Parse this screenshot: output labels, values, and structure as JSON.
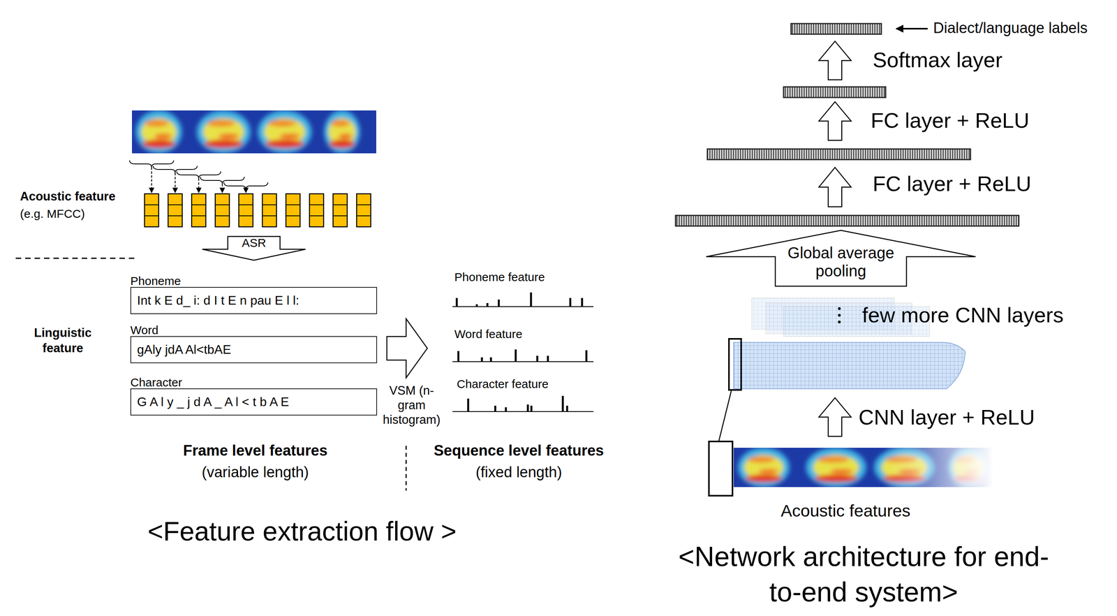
{
  "diagram": {
    "nodes": [
      {
        "text": [
          "ASR"
        ]
      },
      {
        "text": [
          "Phoneme",
          "Int k E d_ i: d I t E n pau E l l:"
        ]
      },
      {
        "text": [
          "Word",
          "gAly jdA Al<tbAE"
        ]
      },
      {
        "text": [
          "Character",
          "G A l y _ j d A _ A l < t b A E"
        ]
      },
      {
        "text": [
          "Global average pooling"
        ]
      }
    ],
    "labels": [
      "Acoustic feature",
      "(e.g. MFCC)",
      "Linguistic feature",
      "VSM (n-gram histogram)",
      "Phoneme feature",
      "Word feature",
      "Character feature",
      "Frame level features",
      "(variable length)",
      "Sequence level features",
      "(fixed length)",
      "<Feature extraction flow >",
      "Dialect/language labels",
      "Softmax layer",
      "FC layer + ReLU",
      "FC layer + ReLU",
      "few more CNN layers",
      "CNN layer + ReLU",
      "Acoustic features",
      "<Network architecture for end-to-end system>"
    ]
  }
}
